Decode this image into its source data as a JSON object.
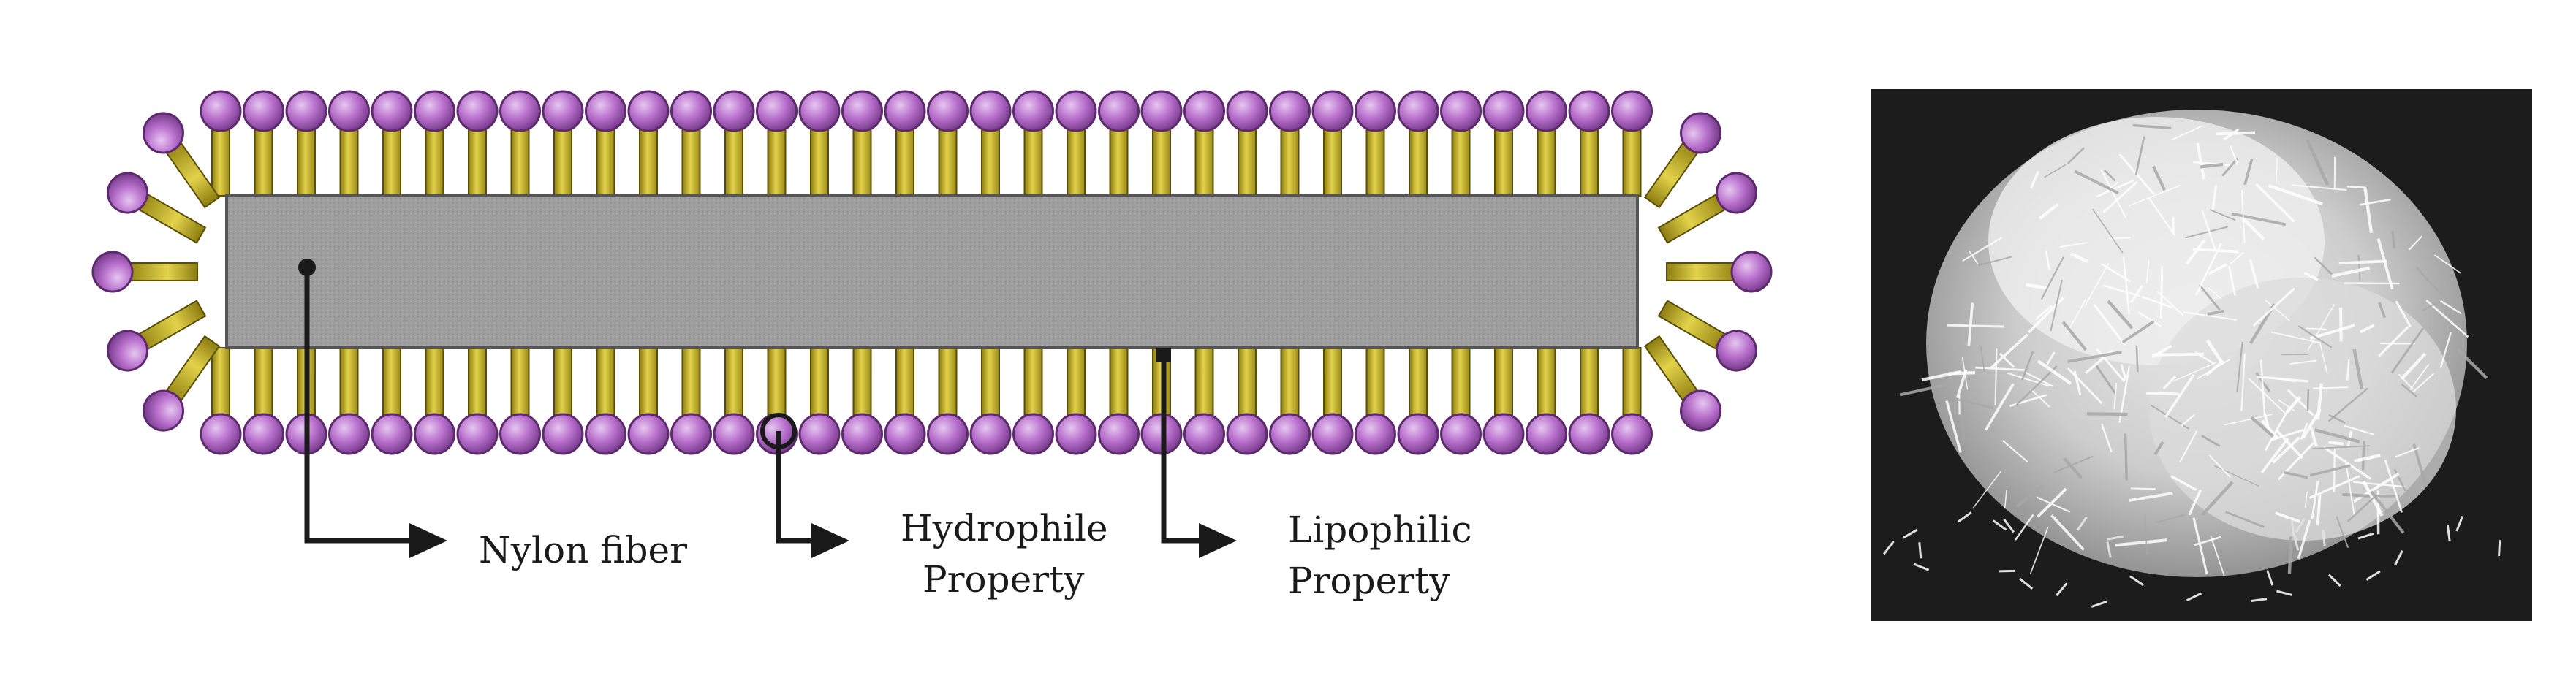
{
  "diagram": {
    "labels": {
      "nylon_fiber": "Nylon fiber",
      "hydrophile_line1": "Hydrophile",
      "hydrophile_line2": "Property",
      "lipophilic_line1": "Lipophilic",
      "lipophilic_line2": "Property"
    },
    "colors": {
      "fiber_core": "#9c9c9c",
      "tail": "#c8b62a",
      "head": "#b76fcb",
      "arrow": "#1a1a1a"
    }
  },
  "photo": {
    "description_icon": "nylon-fiber-bundle-photo",
    "background": "#1c1c1c",
    "fiber_color": "#e9e9e9"
  }
}
